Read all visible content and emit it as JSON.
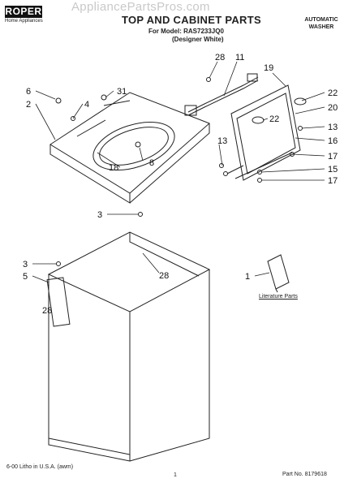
{
  "header": {
    "brand": "ROPER",
    "brand_sub": "Home Appliances",
    "watermark": "AppliancePartsPros.com",
    "title": "TOP AND CABINET PARTS",
    "model_line": "For Model: RAS7233JQ0",
    "color_line": "(Designer White)",
    "product_type": "AUTOMATIC WASHER"
  },
  "callouts": {
    "c28a": "28",
    "c11": "11",
    "c19": "19",
    "c6": "6",
    "c31": "31",
    "c22a": "22",
    "c2": "2",
    "c4": "4",
    "c20": "20",
    "c22b": "22",
    "c13a": "13",
    "c16": "16",
    "c13b": "13",
    "c17a": "17",
    "c18": "18",
    "c8": "8",
    "c15": "15",
    "c17b": "17",
    "c3a": "3",
    "c3b": "3",
    "c28b": "28",
    "c1": "1",
    "c5": "5",
    "c28c": "28"
  },
  "literature_label": "Literature Parts",
  "footer": {
    "litho": "6-00 Litho in U.S.A. (awm)",
    "page": "1",
    "part_no": "Part No. 8179618"
  }
}
